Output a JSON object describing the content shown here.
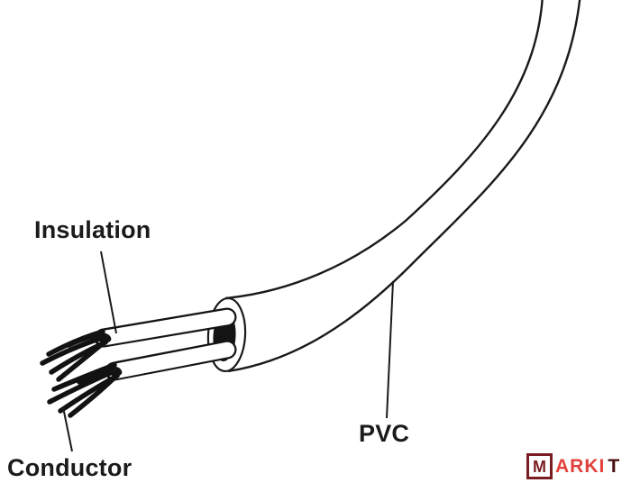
{
  "labels": {
    "insulation": "Insulation",
    "conductor": "Conductor",
    "pvc": "PVC"
  },
  "watermark": {
    "boxed_letter": "M",
    "text_red": "ARKI",
    "text_dark": "T"
  },
  "colors": {
    "background": "#ffffff",
    "line": "#1a1a1a",
    "conductor_black": "#121212",
    "label_text": "#1b1b1b",
    "watermark_box": "#7a1d22",
    "watermark_red": "#e2403c",
    "watermark_dark": "#4a1013"
  }
}
